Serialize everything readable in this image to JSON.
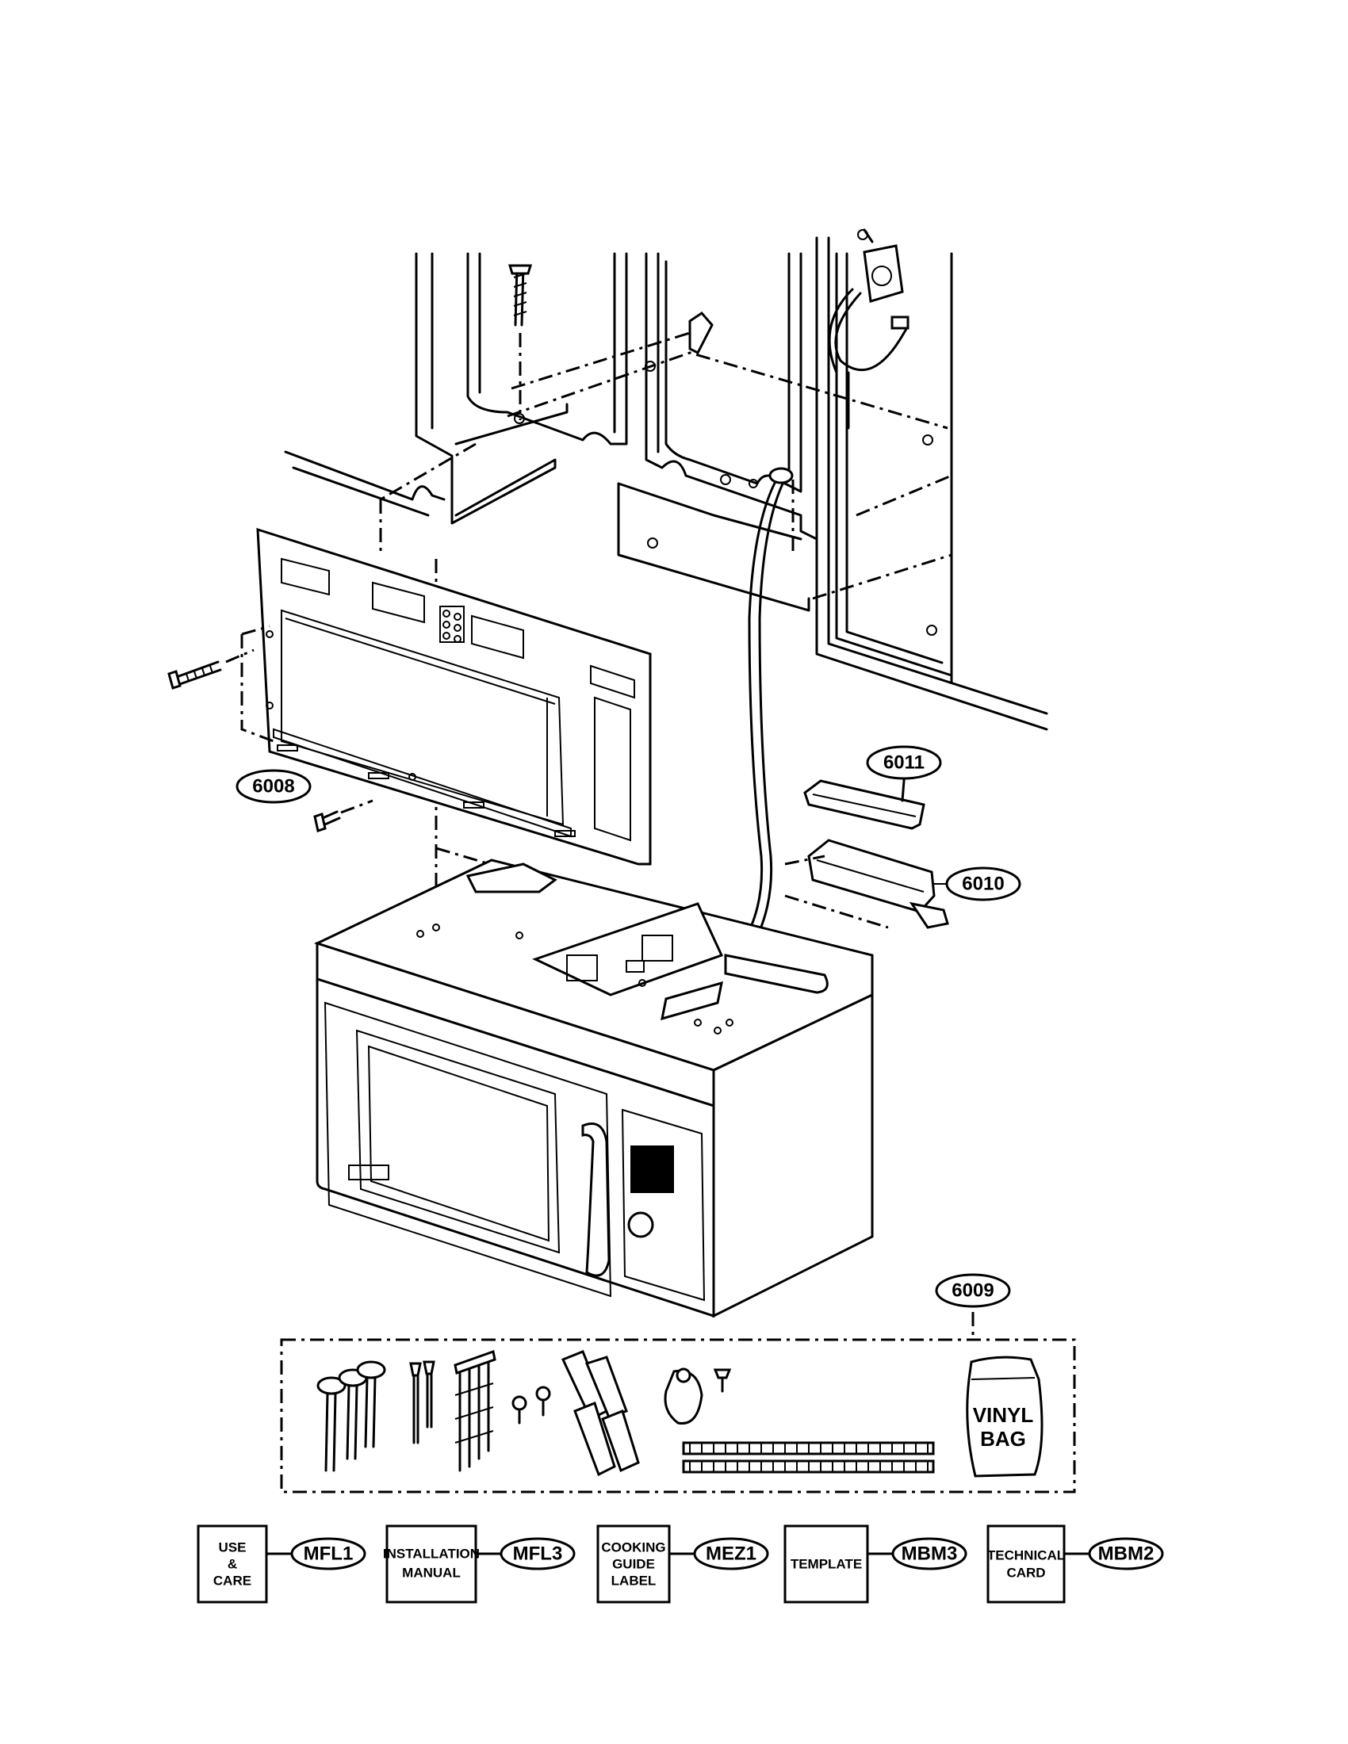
{
  "callouts": {
    "wall_plate": "6008",
    "hardware_kit": "6009",
    "damper_box": "6010",
    "damper_cover": "6011"
  },
  "vinyl_bag": {
    "line1": "VINYL",
    "line2": "BAG"
  },
  "documents": [
    {
      "lines": [
        "USE",
        "&",
        "CARE"
      ],
      "code": "MFL1"
    },
    {
      "lines": [
        "INSTALLATION",
        "MANUAL"
      ],
      "code": "MFL3"
    },
    {
      "lines": [
        "COOKING",
        "GUIDE",
        "LABEL"
      ],
      "code": "MEZ1"
    },
    {
      "lines": [
        "TEMPLATE"
      ],
      "code": "MBM3"
    },
    {
      "lines": [
        "TECHNICAL",
        "CARD"
      ],
      "code": "MBM2"
    }
  ]
}
